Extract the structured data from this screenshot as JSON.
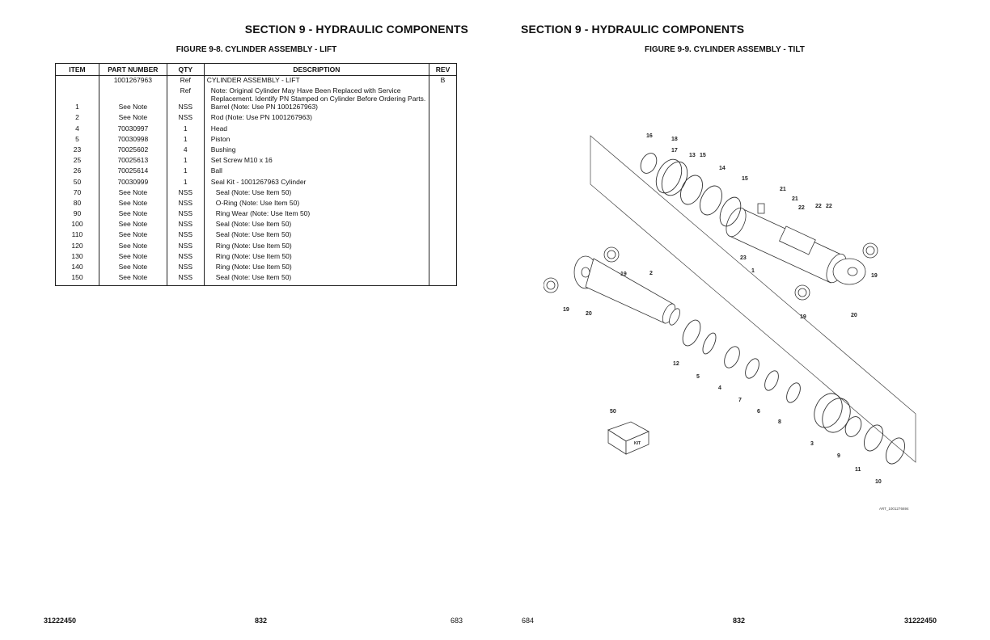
{
  "left_page": {
    "section_title": "SECTION 9 - HYDRAULIC COMPONENTS",
    "figure_title": "FIGURE 9-8. CYLINDER ASSEMBLY - LIFT",
    "table": {
      "headers": [
        "ITEM",
        "PART NUMBER",
        "QTY",
        "DESCRIPTION",
        "REV"
      ],
      "rows": [
        {
          "item": "",
          "part": "1001267963",
          "qty": "Ref",
          "desc": "CYLINDER ASSEMBLY - LIFT",
          "rev": "B",
          "indent": 0
        },
        {
          "item": "",
          "part": "",
          "qty": "Ref",
          "desc": "Note: Original Cylinder May Have Been Replaced with Service Replacement. Identify PN Stamped on Cylinder Before Ordering Parts.",
          "rev": "",
          "indent": 1
        },
        {
          "item": "1",
          "part": "See Note",
          "qty": "NSS",
          "desc": "Barrel (Note: Use PN 1001267963)",
          "rev": "",
          "indent": 1
        },
        {
          "item": "2",
          "part": "See Note",
          "qty": "NSS",
          "desc": "Rod (Note: Use PN 1001267963)",
          "rev": "",
          "indent": 1
        },
        {
          "item": "4",
          "part": "70030997",
          "qty": "1",
          "desc": "Head",
          "rev": "",
          "indent": 1
        },
        {
          "item": "5",
          "part": "70030998",
          "qty": "1",
          "desc": "Piston",
          "rev": "",
          "indent": 1
        },
        {
          "item": "23",
          "part": "70025602",
          "qty": "4",
          "desc": "Bushing",
          "rev": "",
          "indent": 1
        },
        {
          "item": "25",
          "part": "70025613",
          "qty": "1",
          "desc": "Set Screw M10 x 16",
          "rev": "",
          "indent": 1
        },
        {
          "item": "26",
          "part": "70025614",
          "qty": "1",
          "desc": "Ball",
          "rev": "",
          "indent": 1
        },
        {
          "item": "50",
          "part": "70030999",
          "qty": "1",
          "desc": "Seal Kit - 1001267963 Cylinder",
          "rev": "",
          "indent": 1
        },
        {
          "item": "70",
          "part": "See Note",
          "qty": "NSS",
          "desc": "Seal (Note: Use Item 50)",
          "rev": "",
          "indent": 2
        },
        {
          "item": "80",
          "part": "See Note",
          "qty": "NSS",
          "desc": "O-Ring (Note: Use Item 50)",
          "rev": "",
          "indent": 2
        },
        {
          "item": "90",
          "part": "See Note",
          "qty": "NSS",
          "desc": "Ring Wear (Note: Use Item 50)",
          "rev": "",
          "indent": 2
        },
        {
          "item": "100",
          "part": "See Note",
          "qty": "NSS",
          "desc": "Seal (Note: Use Item 50)",
          "rev": "",
          "indent": 2
        },
        {
          "item": "110",
          "part": "See Note",
          "qty": "NSS",
          "desc": "Seal (Note: Use Item 50)",
          "rev": "",
          "indent": 2
        },
        {
          "item": "120",
          "part": "See Note",
          "qty": "NSS",
          "desc": "Ring (Note: Use Item 50)",
          "rev": "",
          "indent": 2
        },
        {
          "item": "130",
          "part": "See Note",
          "qty": "NSS",
          "desc": "Ring (Note: Use Item 50)",
          "rev": "",
          "indent": 2
        },
        {
          "item": "140",
          "part": "See Note",
          "qty": "NSS",
          "desc": "Ring (Note: Use Item 50)",
          "rev": "",
          "indent": 2
        },
        {
          "item": "150",
          "part": "See Note",
          "qty": "NSS",
          "desc": "Seal (Note: Use Item 50)",
          "rev": "",
          "indent": 2
        }
      ]
    },
    "footer": {
      "doc_number": "31222450",
      "center": "832",
      "page_number": "683"
    }
  },
  "right_page": {
    "section_title": "SECTION 9 - HYDRAULIC COMPONENTS",
    "figure_title": "FIGURE 9-9. CYLINDER ASSEMBLY - TILT",
    "diagram": {
      "art_id": "ART_1001276694",
      "kit_label": "KIT",
      "callouts": [
        "16",
        "18",
        "17",
        "13",
        "15",
        "14",
        "15",
        "21",
        "21",
        "22",
        "22",
        "22",
        "23",
        "1",
        "19",
        "19",
        "2",
        "19",
        "20",
        "19",
        "20",
        "12",
        "5",
        "4",
        "7",
        "6",
        "8",
        "50",
        "3",
        "9",
        "11",
        "10"
      ]
    },
    "footer": {
      "page_number": "684",
      "center": "832",
      "doc_number": "31222450"
    }
  }
}
